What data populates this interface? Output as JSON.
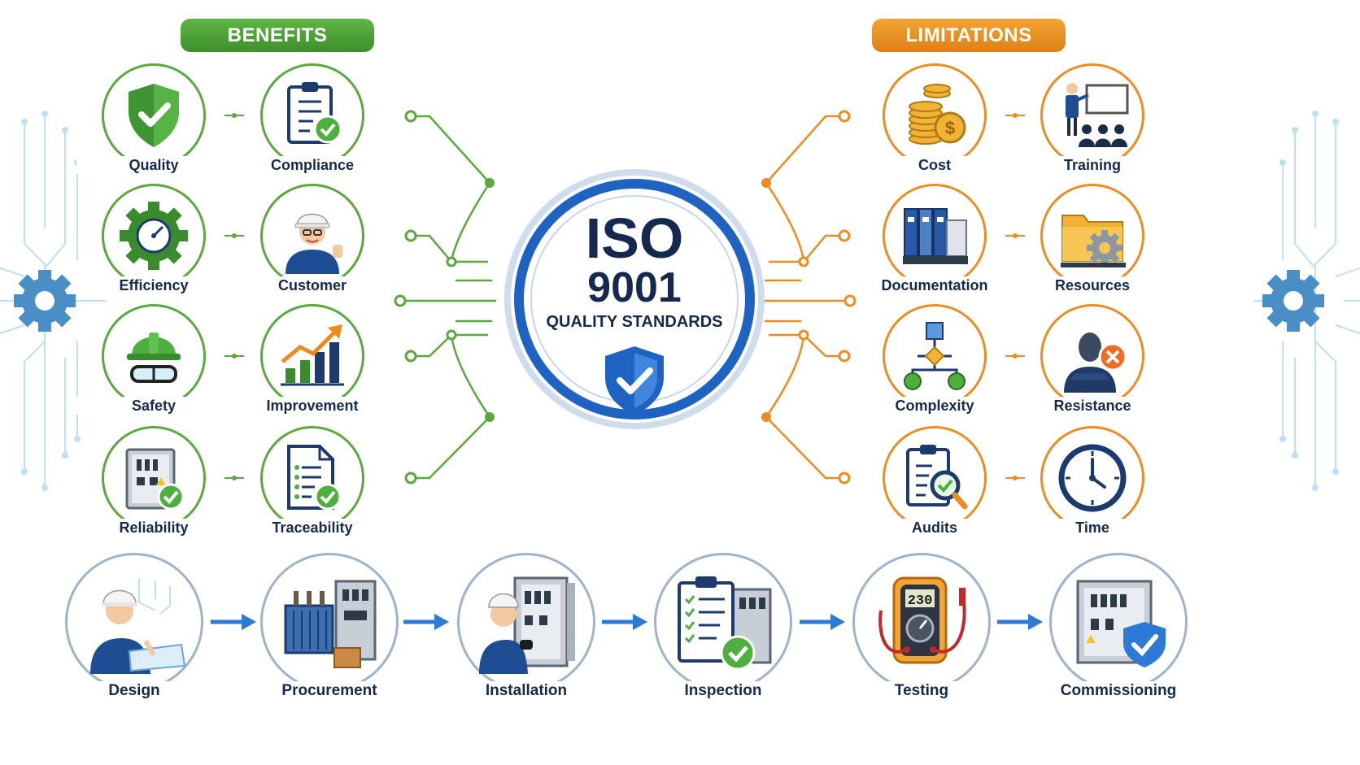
{
  "headers": {
    "benefits": "BENEFITS",
    "limitations": "LIMITATIONS"
  },
  "center": {
    "line1": "ISO",
    "line2": "9001",
    "line3": "QUALITY STANDARDS"
  },
  "benefits": {
    "quality": "Quality",
    "compliance": "Compliance",
    "efficiency": "Efficiency",
    "customer": "Customer",
    "safety": "Safety",
    "improvement": "Improvement",
    "reliability": "Reliability",
    "traceability": "Traceability"
  },
  "limitations": {
    "cost": "Cost",
    "training": "Training",
    "documentation": "Documentation",
    "resources": "Resources",
    "complexity": "Complexity",
    "resistance": "Resistance",
    "audits": "Audits",
    "time": "Time"
  },
  "process": {
    "design": "Design",
    "procurement": "Procurement",
    "installation": "Installation",
    "inspection": "Inspection",
    "testing": "Testing",
    "commissioning": "Commissioning"
  },
  "meter_display": "230",
  "colors": {
    "green": "#5aa83e",
    "orange": "#ec8d22",
    "navy": "#15294f",
    "blue": "#1e63c1"
  }
}
